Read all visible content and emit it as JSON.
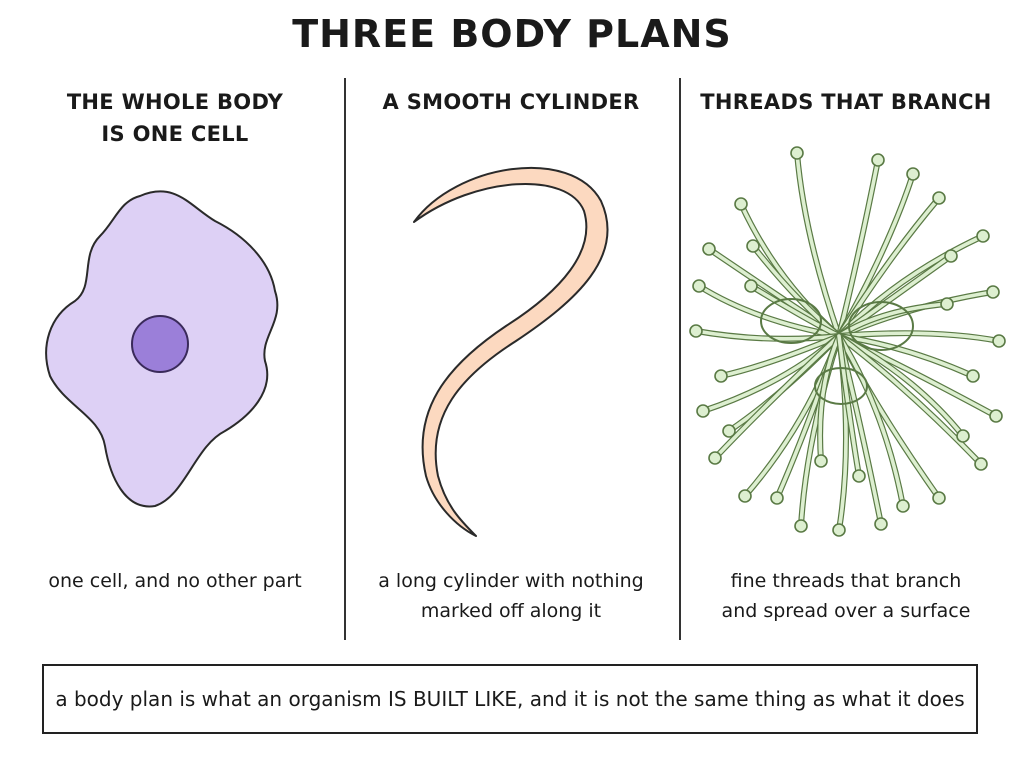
{
  "title": "THREE BODY PLANS",
  "panels": [
    {
      "heading_lines": [
        "THE WHOLE BODY",
        "IS ONE CELL"
      ],
      "caption_lines": [
        "one cell, and no other part"
      ],
      "icon": "single-cell-icon",
      "fill": "#ddd0f5",
      "accent": "#9b7fd9"
    },
    {
      "heading_lines": [
        "A SMOOTH CYLINDER"
      ],
      "caption_lines": [
        "a long cylinder with nothing",
        "marked off along it"
      ],
      "icon": "worm-icon",
      "fill": "#fcd9c0"
    },
    {
      "heading_lines": [
        "THREADS THAT BRANCH"
      ],
      "caption_lines": [
        "fine threads that branch",
        "and spread over a surface"
      ],
      "icon": "branching-threads-icon",
      "fill": "#ddefd0",
      "accent": "#5a7a45"
    }
  ],
  "footer": "a body plan is what an organism IS BUILT LIKE, and it is not the same thing as what it does"
}
